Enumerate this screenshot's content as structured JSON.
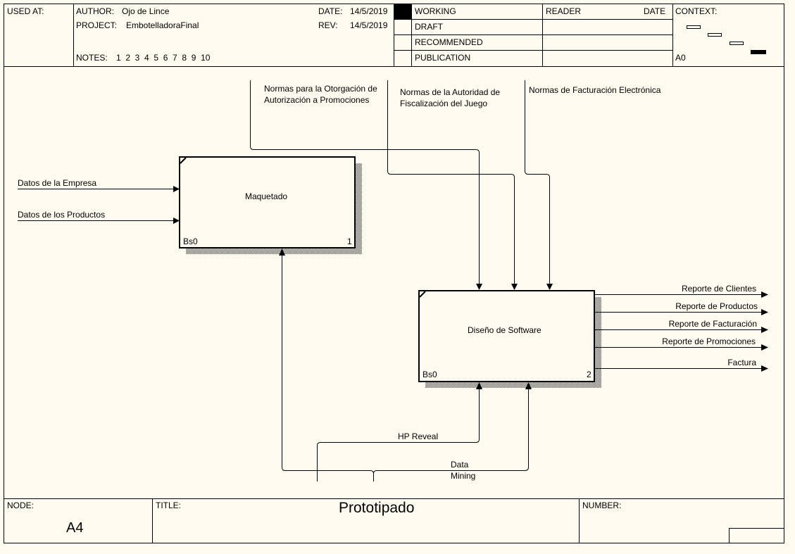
{
  "header": {
    "used_at_label": "USED AT:",
    "author_label": "AUTHOR:",
    "author": "Ojo de Lince",
    "project_label": "PROJECT:",
    "project": "EmbotelladoraFinal",
    "date_label": "DATE:",
    "date": "14/5/2019",
    "rev_label": "REV:",
    "rev": "14/5/2019",
    "notes_label": "NOTES:",
    "notes": "1  2  3  4  5  6  7  8  9  10",
    "status": [
      "WORKING",
      "DRAFT",
      "RECOMMENDED",
      "PUBLICATION"
    ],
    "status_selected": "WORKING",
    "reader_label": "READER",
    "reader_date_label": "DATE",
    "context_label": "CONTEXT:",
    "context_node": "A0"
  },
  "diagram": {
    "activities": [
      {
        "name": "Maquetado",
        "ref": "Bs0",
        "number": "1"
      },
      {
        "name": "Diseño de Software",
        "ref": "Bs0",
        "number": "2"
      }
    ],
    "controls": [
      {
        "label_line1": "Normas para la Otorgación de",
        "label_line2": "Autorización a Promociones"
      },
      {
        "label_line1": "Normas de la Autoridad de",
        "label_line2": "Fiscalización del Juego"
      },
      {
        "label_line1": "Normas de Facturación Electrónica"
      }
    ],
    "inputs": [
      "Datos de la Empresa",
      "Datos de los Productos"
    ],
    "outputs": [
      "Reporte de Clientes",
      "Reporte de Productos",
      "Reporte de Facturación",
      "Reporte de Promociones",
      "Factura"
    ],
    "mechanisms": [
      {
        "label": "HP Reveal"
      },
      {
        "label_line1": "Data",
        "label_line2": "Mining"
      }
    ]
  },
  "footer": {
    "node_label": "NODE:",
    "node": "A4",
    "title_label": "TITLE:",
    "title": "Prototipado",
    "number_label": "NUMBER:"
  }
}
